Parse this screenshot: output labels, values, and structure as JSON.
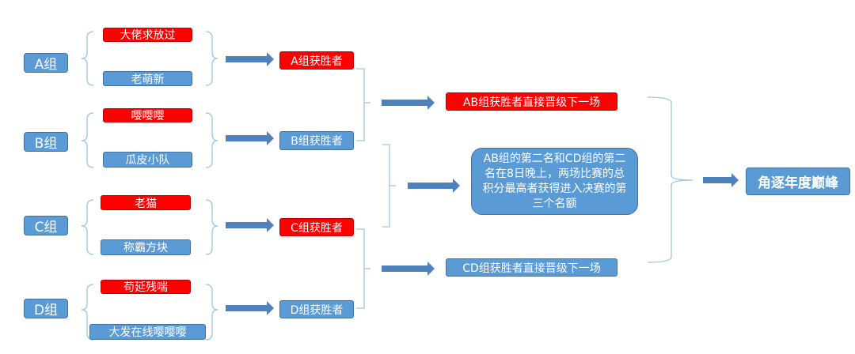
{
  "groups": [
    {
      "label": "A组",
      "teams": [
        "大佬求放过",
        "老萌新"
      ],
      "winner": "A组获胜者"
    },
    {
      "label": "B组",
      "teams": [
        "嘤嘤嘤",
        "瓜皮小队"
      ],
      "winner": "B组获胜者"
    },
    {
      "label": "C组",
      "teams": [
        "老猫",
        "称霸方块"
      ],
      "winner": "C组获胜者"
    },
    {
      "label": "D组",
      "teams": [
        "苟延残喘",
        "大发在线嘤嘤嘤"
      ],
      "winner": "D组获胜者"
    }
  ],
  "advance": {
    "ab": "AB组获胜者直接晋级下一场",
    "cd": "CD组获胜者直接晋级下一场"
  },
  "wildcard": "AB组的第二名和CD组的第二名在8日晚上，两场比赛的总积分最高者获得进入决赛的第三个名额",
  "final": "角逐年度巅峰",
  "colors": {
    "blue": "#5b9bd5",
    "red": "#ff0000",
    "connector": "#9dc3e6",
    "arrow": "#4f81bd"
  }
}
